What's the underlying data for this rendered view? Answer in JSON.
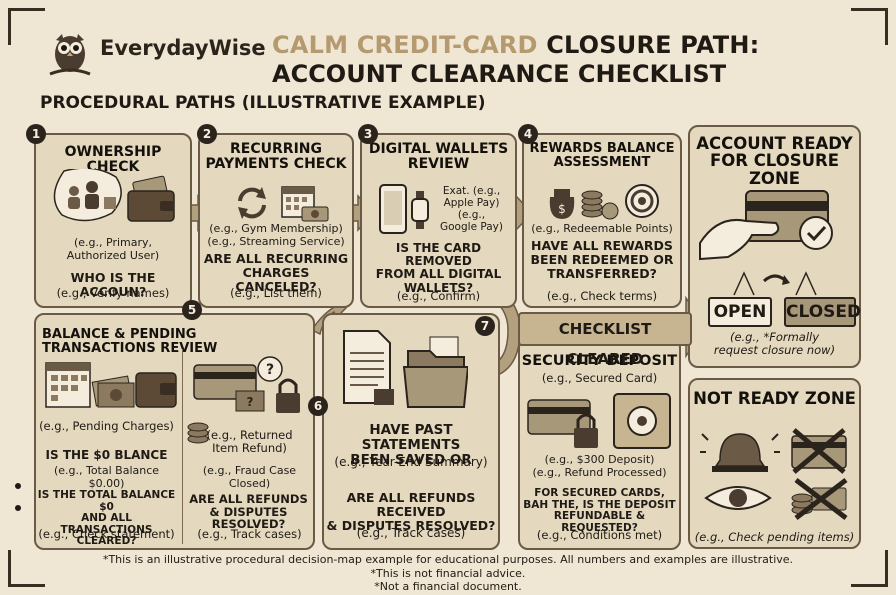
{
  "header": {
    "brand": "EverydayWise",
    "title_highlight": "CALM CREDIT-CARD",
    "title_rest": " CLOSURE PATH:",
    "title_line2": "ACCOUNT CLEARANCE CHECKLIST",
    "subtitle": "PROCEDURAL PATHS (ILLUSTRATIVE EXAMPLE)"
  },
  "steps": {
    "s1": {
      "num": "1",
      "title": "OWNERSHIP CHECK",
      "example": "(e.g., Primary,\nAuthorized User)",
      "question": "WHO IS THE ACCOUN?",
      "note": "(e.g., Verify names)"
    },
    "s2": {
      "num": "2",
      "title": "RECURRING\nPAYMENTS CHECK",
      "example": "(e.g., Gym Membership)\n(e.g., Streaming Service)",
      "question": "ARE ALL RECURRING\nCHARGES CANCELED?",
      "note": "(e.g., List them)"
    },
    "s3": {
      "num": "3",
      "title": "DIGITAL WALLETS\nREVIEW",
      "example": "Exat. (e.g.,\nApple Pay)\n(e.g.,\nGoogle Pay)",
      "question": "IS THE CARD REMOVED\nFROM ALL DIGITAL\nWALLETS?",
      "note": "(e.g., Confirm)"
    },
    "s4": {
      "num": "4",
      "title": "REWARDS BALANCE\nASSESSMENT",
      "example": "(e.g., Redeemable Points)",
      "question": "HAVE ALL REWARDS\nBEEN REDEEMED OR\nTRANSFERRED?",
      "note": "(e.g., Check terms)"
    },
    "s5": {
      "num": "5",
      "title": "BALANCE & PENDING TRANSACTIONS REVIEW",
      "left_example": "(e.g., Pending Charges)",
      "left_q1": "IS THE $0 BLANCE",
      "left_n1": "(e.g., Total Balance $0.00)",
      "left_q2": "IS THE TOTAL BALANCE $0\nAND ALL TRANSACTIONS\nCLEARED?",
      "left_n2": "(e.g., Check statement)",
      "right_example": "(e.g., Returned\nItem Refund)",
      "right_n1": "(e.g., Fraud Case Closed)",
      "right_q": "ARE ALL REFUNDS\n& DISPUTES RESOLVED?",
      "right_n2": "(e.g., Track cases)"
    },
    "s6": {
      "num": "6",
      "question1": "HAVE PAST STATEMENTS\nBEEN SAVED OR",
      "note1": "(e.g., Year-End Summary)",
      "question2": "ARE ALL REFUNDS RECEIVED\n& DISPUTES RESOLVED?",
      "note2": "(e.g., Track cases)"
    },
    "s7": {
      "num": "7"
    },
    "checklist": {
      "banner": "CHECKLIST CLEARED",
      "title": "SECURITY DEPOSIT",
      "example": "(e.g., Secured Card)",
      "note1": "(e.g., $300 Deposit)\n(e.g., Refund Processed)",
      "question": "FOR SECURED CARDS,\nBAH THE, IS THE DEPOSIT\nREFUNDABLE & REQUESTED?",
      "note2": "(e.g., Conditions met)"
    }
  },
  "ready": {
    "title": "ACCOUNT READY\nFOR CLOSURE ZONE",
    "open": "OPEN",
    "closed": "CLOSED",
    "note": "(e.g., *Formally\nrequest closure now)"
  },
  "not_ready": {
    "title": "NOT READY ZONE",
    "note": "(e.g., Check pending items)"
  },
  "footer": {
    "line1": "*This is an illustrative procedural decision-map example for educational purposes. All numbers and examples are illustrative.",
    "line2": "*This is not financial advice.",
    "line3": "*Not a financial document."
  },
  "colors": {
    "panel": "#e4d9bf",
    "border": "#6b5a45",
    "arrow": "#b3a07e",
    "dark": "#2b241d",
    "background": "#efe6d3"
  }
}
